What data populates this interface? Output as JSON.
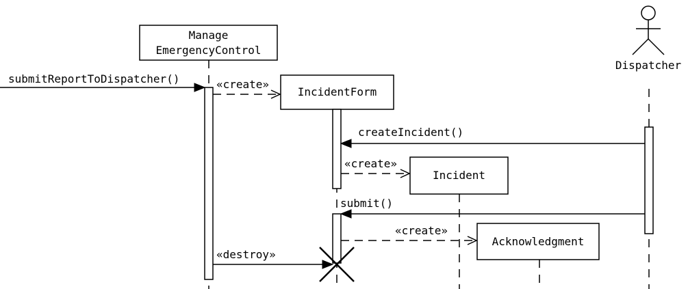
{
  "participants": {
    "manage": {
      "line1": "Manage",
      "line2": "EmergencyControl"
    },
    "incident_form": "IncidentForm",
    "incident": "Incident",
    "acknowledgment": "Acknowledgment",
    "dispatcher": "Dispatcher"
  },
  "messages": {
    "submit_report": "submitReportToDispatcher()",
    "create_form": "«create»",
    "create_incident_call": "createIncident()",
    "create_incident": "«create»",
    "submit": "submit()",
    "create_ack": "«create»",
    "destroy": "«destroy»"
  }
}
